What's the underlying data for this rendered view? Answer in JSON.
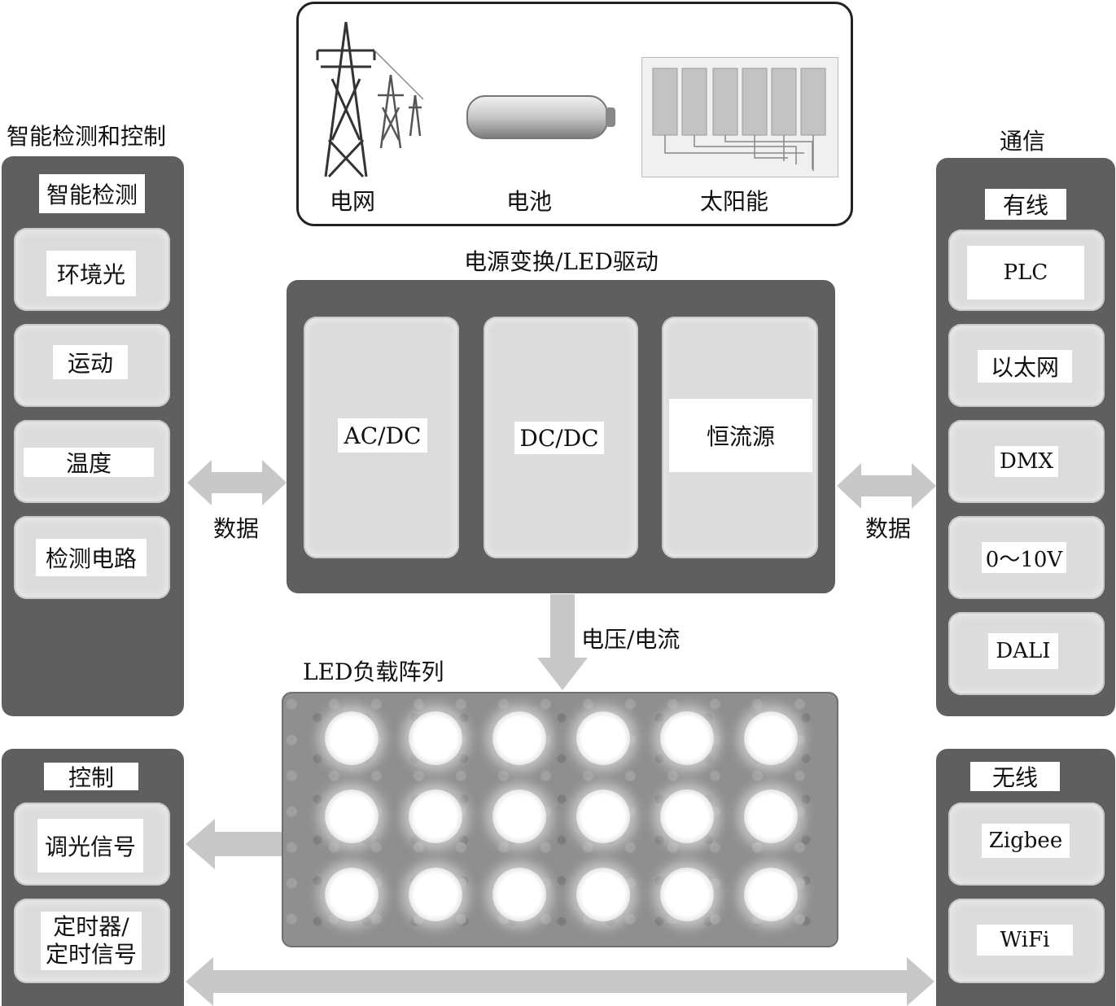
{
  "sources": {
    "grid": "电网",
    "battery": "电池",
    "solar": "太阳能"
  },
  "power_driver": {
    "title": "电源变换/LED驱动",
    "acdc": "AC/DC",
    "dcdc": "DC/DC",
    "constant_current": "恒流源"
  },
  "sensing": {
    "outer_title": "智能检测和控制",
    "header": "智能检测",
    "items": [
      "环境光",
      "运动",
      "温度",
      "检测电路"
    ]
  },
  "control": {
    "header": "控制",
    "items": [
      "调光信号",
      "定时器/",
      "定时信号"
    ]
  },
  "communication": {
    "outer_title": "通信",
    "wired_header": "有线",
    "wired_items": [
      "PLC",
      "以太网",
      "DMX",
      "0～10V",
      "DALI"
    ],
    "wireless_header": "无线",
    "wireless_items": [
      "Zigbee",
      "WiFi"
    ]
  },
  "arrows": {
    "data_left": "数据",
    "data_right": "数据",
    "voltage_current": "电压/电流"
  },
  "led_array": {
    "title": "LED负载阵列",
    "rows": 3,
    "cols": 6
  },
  "colors": {
    "panel": "#5f5f5f",
    "cell": "#dcdcdc",
    "arrow": "#c8c8c8"
  }
}
